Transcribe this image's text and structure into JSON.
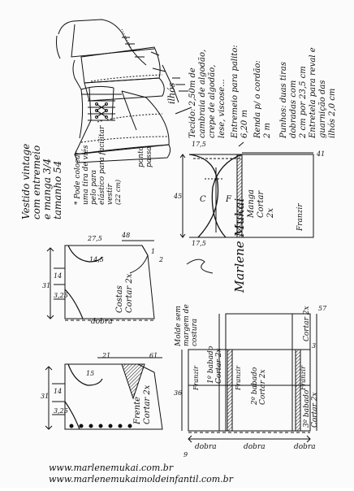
{
  "header_notes": {
    "ilhos": "ilhós",
    "title_lines": [
      "Vestido vintage",
      "com entremeio",
      "e manga 3/4",
      "tamanho 54"
    ],
    "footnote_lines": [
      "* Pode colocar",
      "uma tira de viés",
      "pelo para",
      "elástico para facilitar",
      "vestir",
      "(22 cm)"
    ],
    "frente_passa": [
      "ponto",
      "passa"
    ]
  },
  "fabric_notes": {
    "tecido": [
      "Tecido: 2,50m de",
      "cambraia de algodão,",
      "crepe de algodão,",
      "lese, viscose..."
    ],
    "entremeio": [
      "Entremeio para palito:",
      "6,20 m"
    ],
    "renda": [
      "Renda p/ o cordão:",
      "2 m"
    ],
    "punhos": [
      "Punhos: duas tiras",
      "dobradas com",
      "2 cm por 23,5 cm"
    ],
    "extras": [
      "Entretela para reval e",
      "guarnição das",
      "ilhós 2,0 cm"
    ]
  },
  "signature": "Marlene Mukai",
  "molde_note": [
    "Molde sem",
    "margem de",
    "costura"
  ],
  "labels": {
    "costas": [
      "Costas",
      "Cortar 2x"
    ],
    "frente": [
      "Frente",
      "Cortar 2x"
    ],
    "manga": [
      "Manga",
      "Cortar",
      "2x"
    ],
    "babado1": [
      "1º babado",
      "Cortar 2x"
    ],
    "babado2": [
      "2º babado",
      "Cortar 2x"
    ],
    "babado3": [
      "3º babado",
      "Cortar 2x"
    ],
    "cortar_right": "Cortar 2x",
    "franzir": "Franzir",
    "dobra": "dobra",
    "c": "C",
    "f": "F"
  },
  "measures": {
    "m275": "27,5",
    "m48": "48",
    "m1": "1",
    "m145": "14,5",
    "m31": "31",
    "m2": "2",
    "m325": "3,25",
    "m14": "14",
    "m21": "21",
    "m61": "61",
    "m15": "15",
    "m45": "45",
    "m175": "17,5",
    "m41": "41",
    "m36": "36",
    "m57": "57",
    "m3": "3",
    "m9": "9"
  },
  "footer": {
    "line1": "www.marlenemukai.com.br",
    "line2": "www.marlenemukaimoldeinfantil.com.br"
  }
}
